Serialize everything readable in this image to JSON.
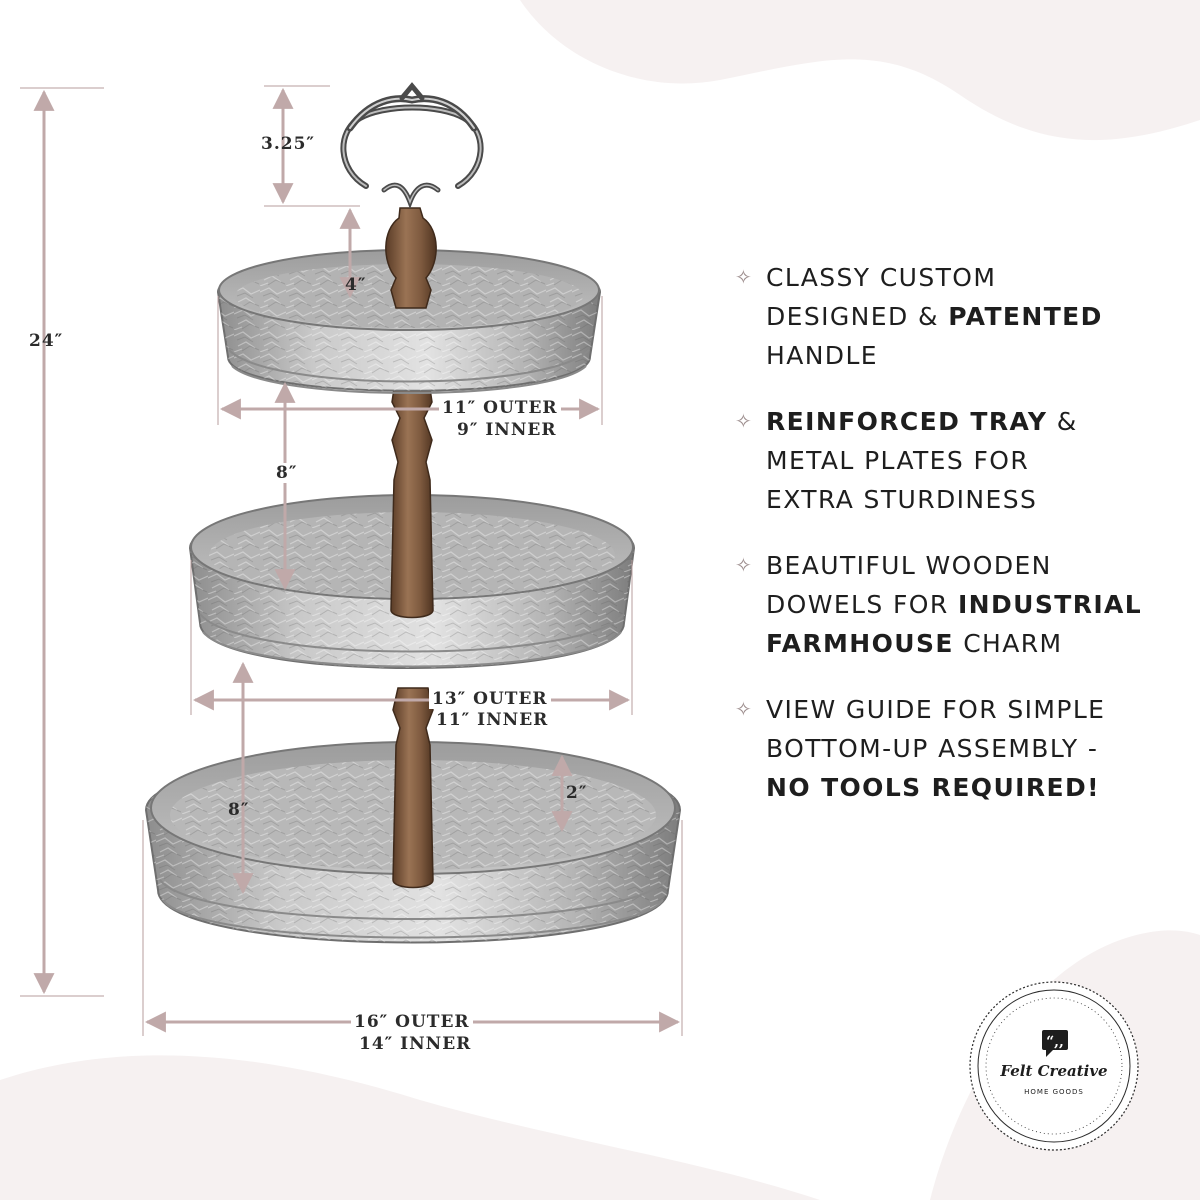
{
  "colors": {
    "arrow": "#c0a9a9",
    "guide_line": "#b79d9d",
    "bg_swirl": "#f6f1f1",
    "metal_light": "#dcdcdc",
    "metal_mid": "#a9a9a9",
    "metal_dark": "#6f6f6f",
    "wood_light": "#8f6a4d",
    "wood_dark": "#5a3c27"
  },
  "dimensions": {
    "total_height": "24″",
    "handle_height": "3.25″",
    "top_post": "4″",
    "top_tier_outer": "11″ OUTER",
    "top_tier_inner": "9″ INNER",
    "upper_spacing": "8″",
    "middle_tier_outer": "13″ OUTER",
    "middle_tier_inner": "11″ INNER",
    "lower_spacing": "8″",
    "tray_depth": "2″",
    "bottom_tier_outer": "16″ OUTER",
    "bottom_tier_inner": "14″ INNER"
  },
  "features": [
    {
      "bullet": "✧",
      "lines": [
        [
          {
            "t": "CLASSY CUSTOM",
            "b": false
          }
        ],
        [
          {
            "t": "DESIGNED & ",
            "b": false
          },
          {
            "t": "PATENTED",
            "b": true
          }
        ],
        [
          {
            "t": "HANDLE",
            "b": false
          }
        ]
      ]
    },
    {
      "bullet": "✧",
      "lines": [
        [
          {
            "t": "REINFORCED TRAY",
            "b": true
          },
          {
            "t": " &",
            "b": false
          }
        ],
        [
          {
            "t": "METAL PLATES FOR",
            "b": false
          }
        ],
        [
          {
            "t": "EXTRA STURDINESS",
            "b": false
          }
        ]
      ]
    },
    {
      "bullet": "✧",
      "lines": [
        [
          {
            "t": "BEAUTIFUL WOODEN",
            "b": false
          }
        ],
        [
          {
            "t": "DOWELS FOR ",
            "b": false
          },
          {
            "t": "INDUSTRIAL",
            "b": true
          }
        ],
        [
          {
            "t": "FARMHOUSE",
            "b": true
          },
          {
            "t": " CHARM",
            "b": false
          }
        ]
      ]
    },
    {
      "bullet": "✧",
      "lines": [
        [
          {
            "t": "VIEW GUIDE FOR SIMPLE",
            "b": false
          }
        ],
        [
          {
            "t": "BOTTOM-UP ASSEMBLY -",
            "b": false
          }
        ],
        [
          {
            "t": "NO TOOLS REQUIRED!",
            "b": true
          }
        ]
      ]
    }
  ],
  "logo": {
    "brand": "Felt Creative",
    "sub": "HOME GOODS",
    "icon": "quote-bubble-icon"
  }
}
